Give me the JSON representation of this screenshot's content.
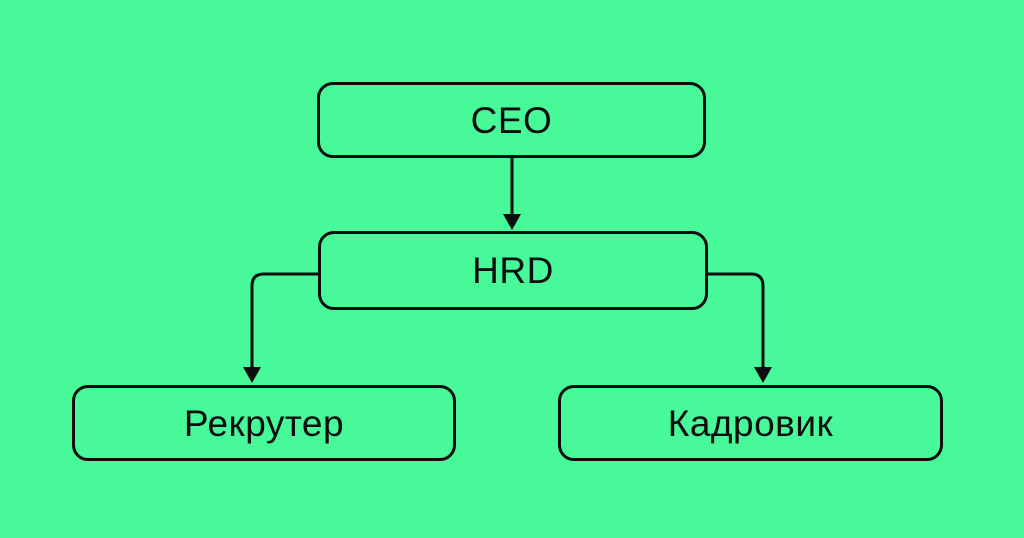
{
  "colors": {
    "background": "#47F998",
    "line": "#0D0D0D"
  },
  "diagram": {
    "type": "org-chart",
    "nodes": [
      {
        "id": "ceo",
        "label": "CEO"
      },
      {
        "id": "hrd",
        "label": "HRD"
      },
      {
        "id": "recruiter",
        "label": "Рекрутер"
      },
      {
        "id": "kadrovik",
        "label": "Кадровик"
      }
    ],
    "edges": [
      {
        "from": "CEO",
        "to": "HRD"
      },
      {
        "from": "HRD",
        "to": "Рекрутер"
      },
      {
        "from": "HRD",
        "to": "Кадровик"
      }
    ]
  }
}
